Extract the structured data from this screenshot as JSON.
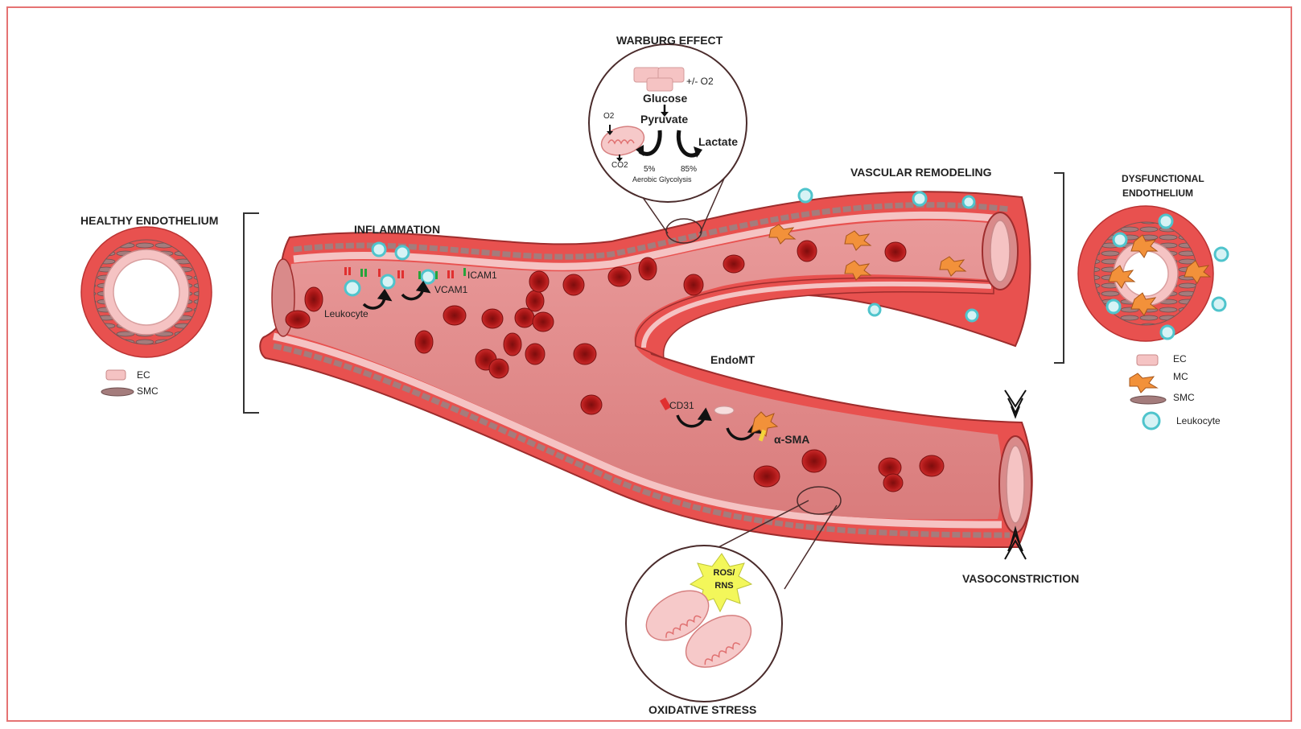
{
  "titles": {
    "warburg": "WARBURG EFFECT",
    "healthy": "HEALTHY ENDOTHELIUM",
    "inflammation": "INFLAMMATION",
    "vascular_remodeling": "VASCULAR REMODELING",
    "dysfunctional_line1": "DYSFUNCTIONAL",
    "dysfunctional_line2": "ENDOTHELIUM",
    "endomt": "EndoMT",
    "vasoconstriction": "VASOCONSTRICTION",
    "oxidative_stress": "OXIDATIVE STRESS"
  },
  "warburg": {
    "oxygen": "+/- O2",
    "glucose": "Glucose",
    "pyruvate": "Pyruvate",
    "lactate": "Lactate",
    "o2": "O2",
    "co2": "CO2",
    "pct_aerobic": "5%",
    "pct_glycolysis": "85%",
    "caption": "Aerobic Glycolysis"
  },
  "inflammation": {
    "leukocyte": "Leukocyte",
    "vcam1": "VCAM1",
    "icam1": "ICAM1"
  },
  "endomt": {
    "cd31": "CD31",
    "asma": "α-SMA"
  },
  "oxidative": {
    "ros_line1": "ROS/",
    "ros_line2": "RNS"
  },
  "legend_left": {
    "ec": "EC",
    "smc": "SMC"
  },
  "legend_right": {
    "ec": "EC",
    "mc": "MC",
    "smc": "SMC",
    "leukocyte": "Leukocyte"
  },
  "colors": {
    "vessel_outer": "#e8514f",
    "vessel_lumen": "#e58f8f",
    "endothelium": "#f5c3c3",
    "smc": "#a47c7c",
    "rbc": "#b51e1e",
    "leukocyte": "#7fd6dc",
    "mesenchymal": "#f2913a",
    "frame": "#e57373"
  }
}
